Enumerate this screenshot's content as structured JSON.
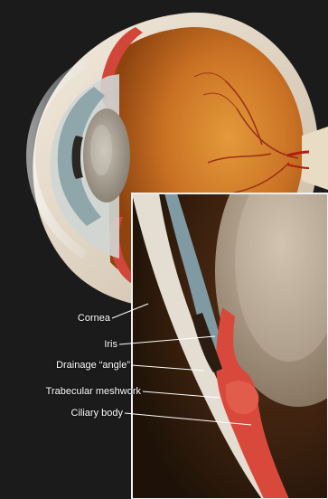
{
  "figure": {
    "labels": [
      {
        "key": "cornea",
        "text": "Cornea"
      },
      {
        "key": "iris",
        "text": "Iris"
      },
      {
        "key": "drainage_angle",
        "text": "Drainage “angle”"
      },
      {
        "key": "trabecular_meshwork",
        "text": "Trabecular meshwork"
      },
      {
        "key": "ciliary_body",
        "text": "Ciliary body"
      }
    ]
  }
}
